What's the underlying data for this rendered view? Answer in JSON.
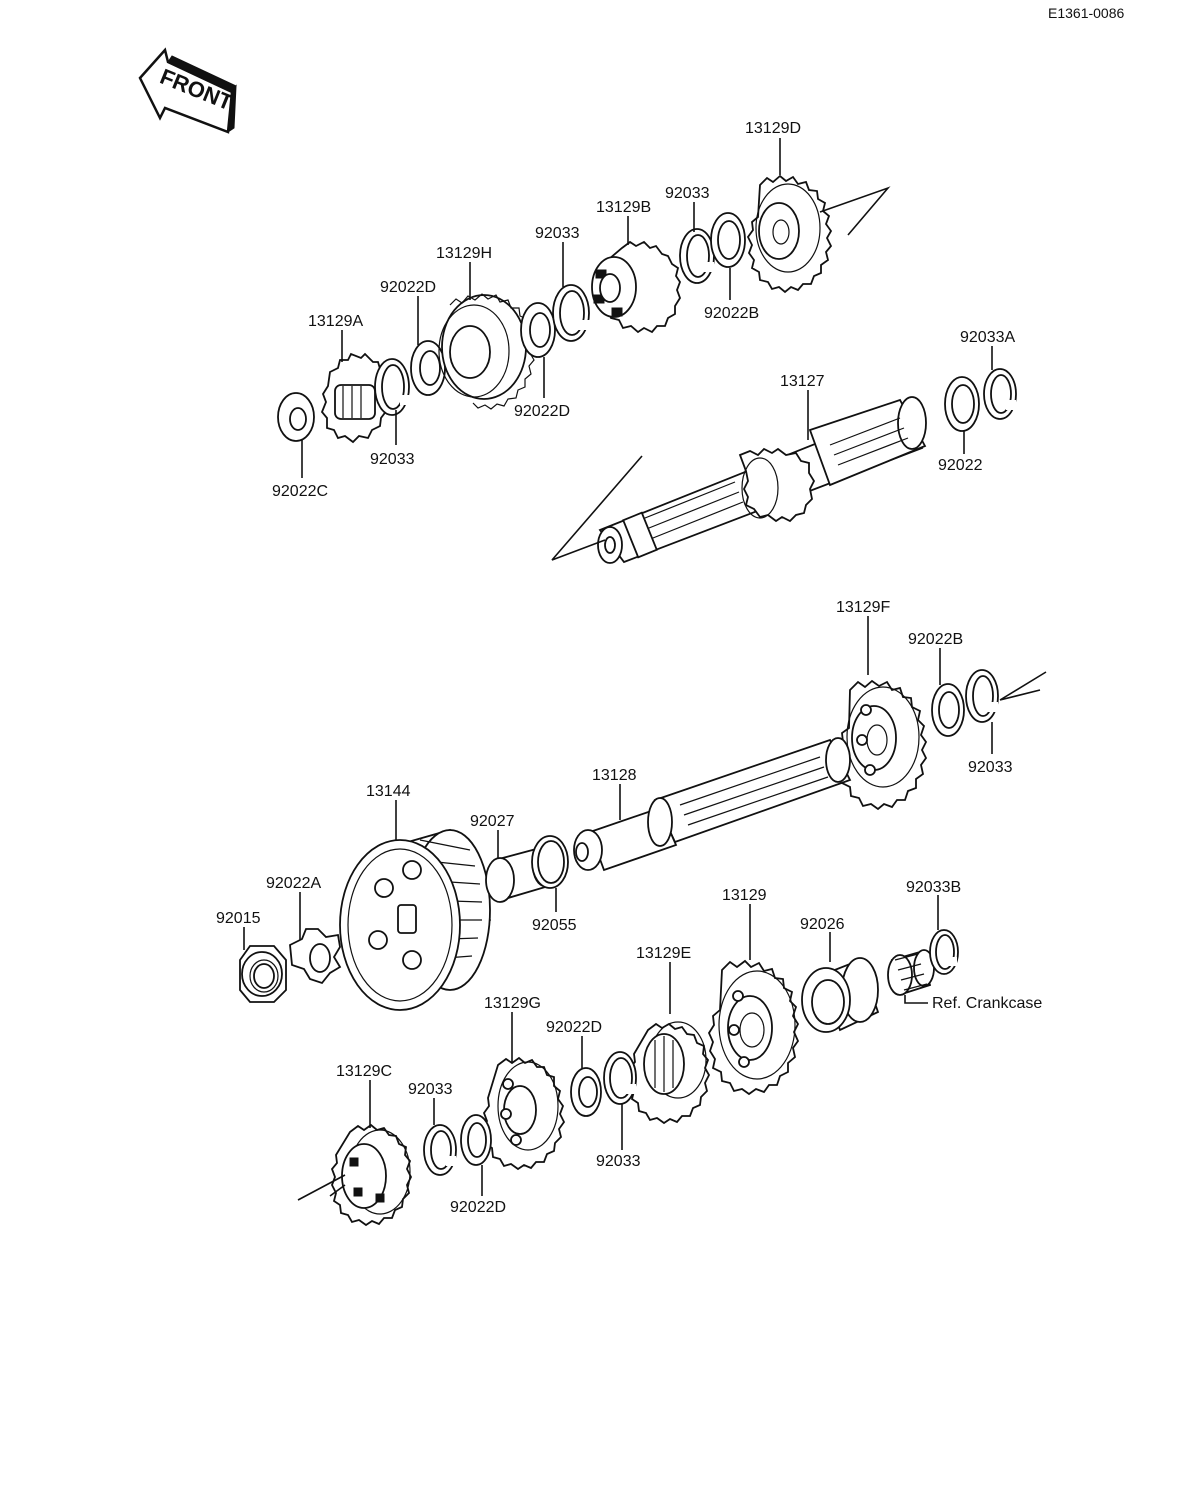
{
  "diagram": {
    "code": "E1361-0086",
    "front_label": "FRONT",
    "ref_note": "Ref. Crankcase",
    "labels": [
      {
        "id": "l1",
        "text": "13129D"
      },
      {
        "id": "l2",
        "text": "92033"
      },
      {
        "id": "l3",
        "text": "13129B"
      },
      {
        "id": "l4",
        "text": "92033"
      },
      {
        "id": "l5",
        "text": "13129H"
      },
      {
        "id": "l6",
        "text": "92022D"
      },
      {
        "id": "l7",
        "text": "13129A"
      },
      {
        "id": "l8",
        "text": "92022B"
      },
      {
        "id": "l9",
        "text": "92022D"
      },
      {
        "id": "l10",
        "text": "92033"
      },
      {
        "id": "l11",
        "text": "92022C"
      },
      {
        "id": "l12",
        "text": "92033A"
      },
      {
        "id": "l13",
        "text": "13127"
      },
      {
        "id": "l14",
        "text": "92022"
      },
      {
        "id": "l15",
        "text": "13129F"
      },
      {
        "id": "l16",
        "text": "92022B"
      },
      {
        "id": "l17",
        "text": "92033"
      },
      {
        "id": "l18",
        "text": "13128"
      },
      {
        "id": "l19",
        "text": "13144"
      },
      {
        "id": "l20",
        "text": "92027"
      },
      {
        "id": "l21",
        "text": "92022A"
      },
      {
        "id": "l22",
        "text": "92015"
      },
      {
        "id": "l23",
        "text": "92055"
      },
      {
        "id": "l24",
        "text": "13129"
      },
      {
        "id": "l25",
        "text": "92033B"
      },
      {
        "id": "l26",
        "text": "92026"
      },
      {
        "id": "l27",
        "text": "13129E"
      },
      {
        "id": "l28",
        "text": "13129G"
      },
      {
        "id": "l29",
        "text": "92022D"
      },
      {
        "id": "l30",
        "text": "13129C"
      },
      {
        "id": "l31",
        "text": "92033"
      },
      {
        "id": "l32",
        "text": "92033"
      },
      {
        "id": "l33",
        "text": "92022D"
      }
    ]
  }
}
